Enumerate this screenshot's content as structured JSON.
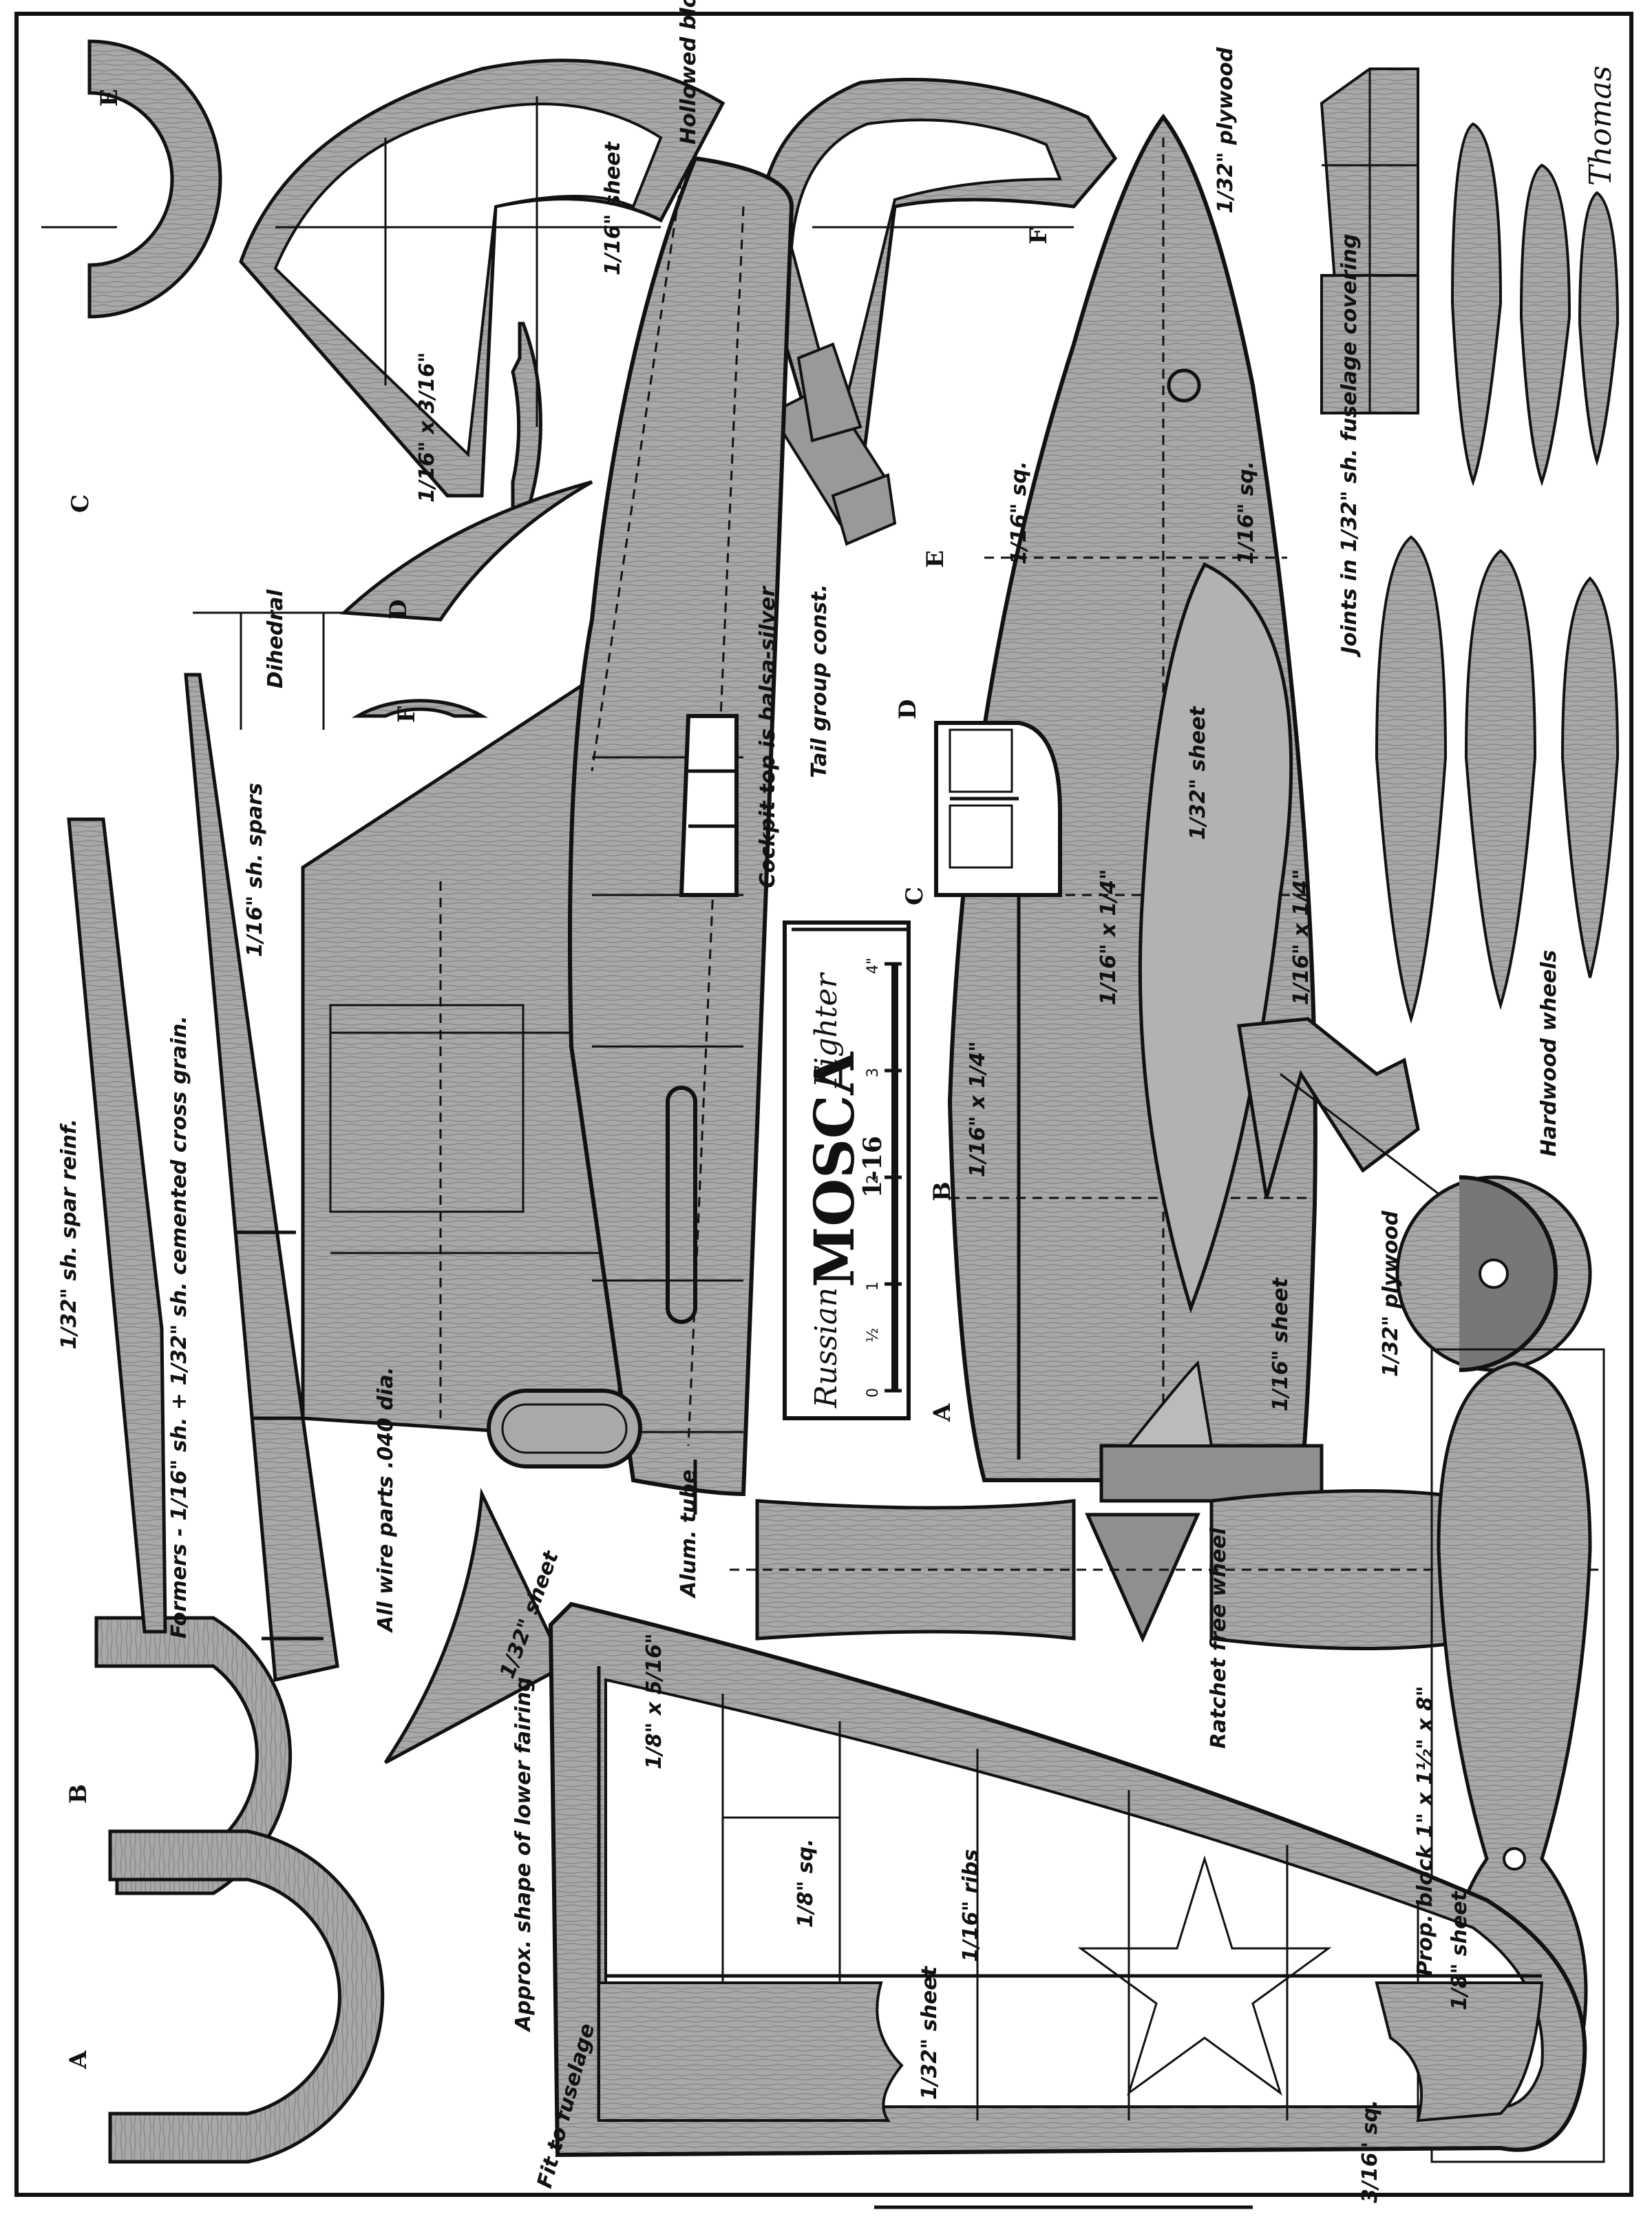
{
  "title": {
    "prefix": "Russian",
    "name": "MOSCA",
    "suffix": "Fighter",
    "scale": "1-16",
    "scale_ticks": [
      "0",
      "½",
      "1",
      "2",
      "3",
      "4\""
    ]
  },
  "author": "Thomas",
  "section_labels": {
    "A": "A",
    "B": "B",
    "C": "C",
    "D": "D",
    "E": "E",
    "F": "F"
  },
  "notes": {
    "hollowed_block": "Hollowed block",
    "sheet_1_16": "1/16\" sheet",
    "stab_1_16x3_16": "1/16\" x 3/16\"",
    "plywood_1_32_nose": "1/32\" plywood",
    "dihedral": "Dihedral",
    "tail_group": "Tail group const.",
    "cockpit_top": "Cockpit top is balsa-silver",
    "spar_reinf": "1/32\" sh. spar reinf.",
    "spars": "1/16\" sh. spars",
    "formers": "Formers - 1/16\" sh. + 1/32\" sh. cemented cross grain.",
    "wire": "All wire parts .040 dia.",
    "sheet_1_32_fairing": "1/32\" sheet",
    "lower_fairing": "Approx. shape of lower fairing",
    "alum_tube": "Alum. tube",
    "sq_1_16_a": "1/16\" sq.",
    "sq_1_16_b": "1/16\" sq.",
    "sheet_1_32_side": "1/32\" sheet",
    "strip_1_16x1_4_a": "1/16\" x 1/4\"",
    "strip_1_16x1_4_b": "1/16\" x 1/4\"",
    "strip_1_16x1_4_c": "1/16\" x 1/4\"",
    "sheet_1_16_nose": "1/16\" sheet",
    "plywood_1_32_gear": "1/32\" plywood",
    "hardwood_wheels": "Hardwood wheels",
    "joints": "Joints in 1/32\" sh. fuselage covering",
    "ratchet": "Ratchet free wheel",
    "prop_block": "Prop. block 1\" x 1½\" x 8\"",
    "spar_1_8x5_16": "1/8\" x 5/16\"",
    "sq_1_8": "1/8\" sq.",
    "ribs_1_16": "1/16\" ribs",
    "sheet_1_8": "1/8\" sheet",
    "sheet_1_32_wing": "1/32\" sheet",
    "fit_to_fuselage": "Fit to fuselage",
    "sq_3_16": "3/16\" sq."
  }
}
